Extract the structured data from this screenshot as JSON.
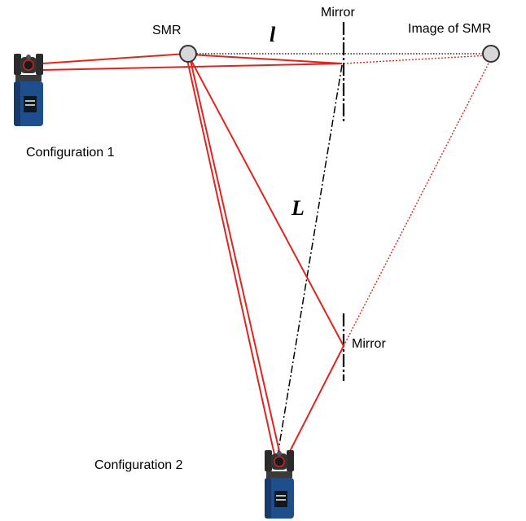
{
  "labels": {
    "mirror_top": "Mirror",
    "smr": "SMR",
    "image_smr": "Image of SMR",
    "config1": "Configuration 1",
    "config2": "Configuration 2",
    "mirror_bottom": "Mirror"
  },
  "variables": {
    "l": "l",
    "L": "L"
  },
  "colors": {
    "beam": "#e3231f",
    "tracker_body": "#1f4e8c",
    "tracker_head": "#2a2a2a",
    "smr_fill": "#d7d7d7",
    "line": "#000000"
  }
}
